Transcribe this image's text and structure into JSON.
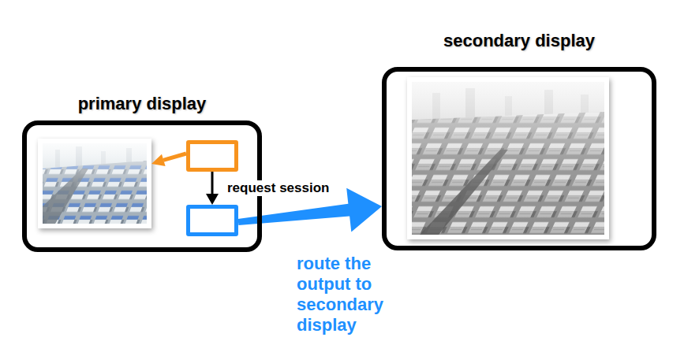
{
  "diagram": {
    "nodes": [
      {
        "text": [
          "primary display"
        ]
      },
      {
        "text": [],
        "in": 0
      },
      {
        "text": [],
        "in": 0
      },
      {
        "text": [
          "secondary display"
        ]
      }
    ],
    "edges": [
      {
        "from": 1,
        "to": 2,
        "arrow": "to",
        "label": "request session"
      },
      {
        "from": 2,
        "to": 3,
        "arrow": "to",
        "label": "route the output to secondary display"
      }
    ]
  }
}
